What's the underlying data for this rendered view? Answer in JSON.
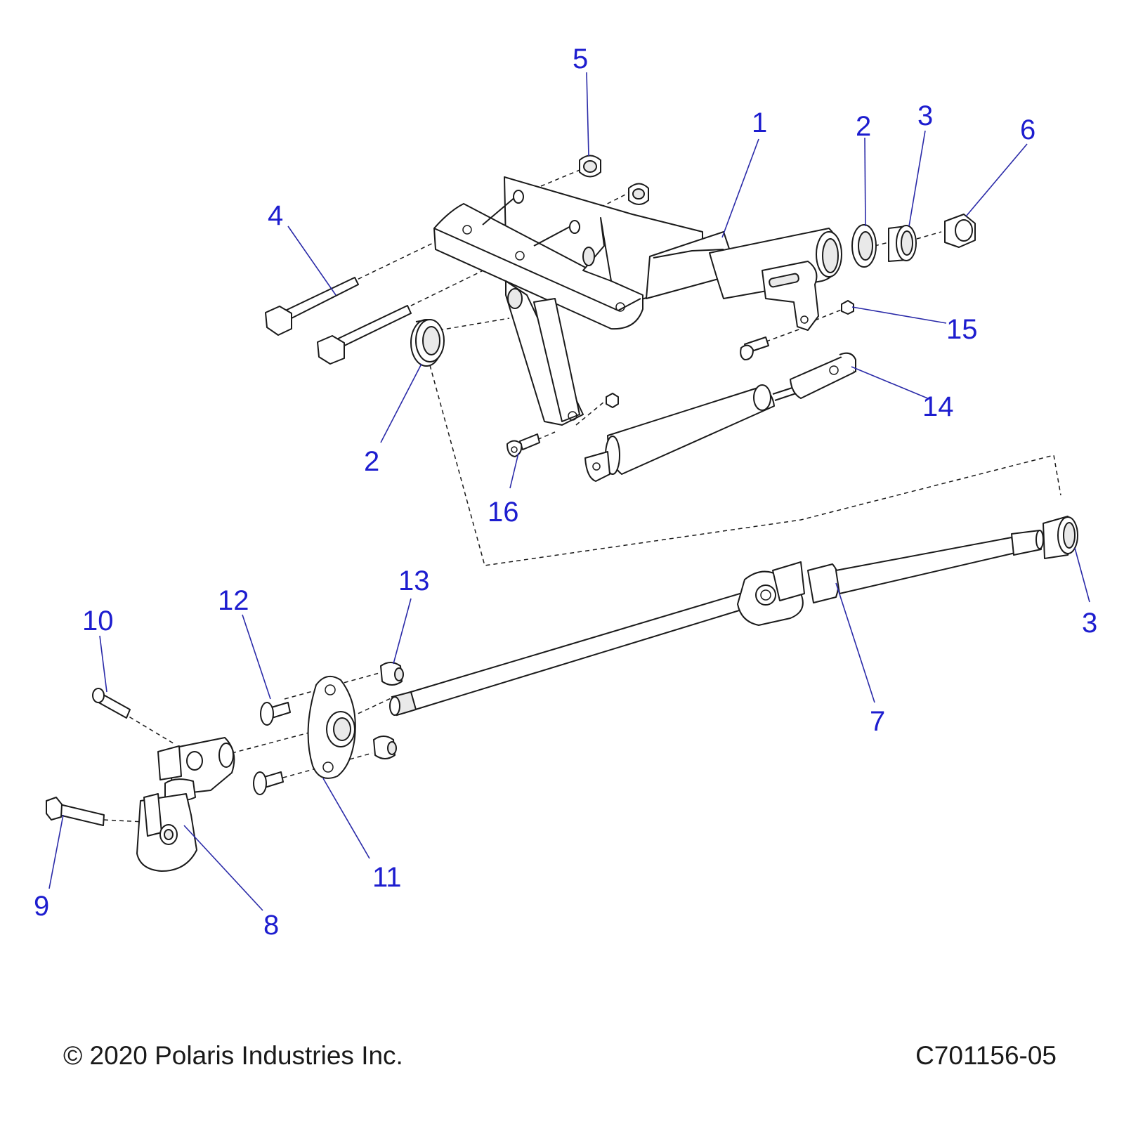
{
  "callouts": {
    "c1": "1",
    "c2_top": "2",
    "c2_left": "2",
    "c3_top": "3",
    "c3_right": "3",
    "c4": "4",
    "c5": "5",
    "c6": "6",
    "c7": "7",
    "c8": "8",
    "c9": "9",
    "c10": "10",
    "c11": "11",
    "c12": "12",
    "c13": "13",
    "c14": "14",
    "c15": "15",
    "c16": "16"
  },
  "footer": {
    "copyright": "© 2020 Polaris Industries Inc.",
    "part_number": "C701156-05"
  },
  "colors": {
    "callout": "#1d1dcf",
    "leader": "#2a2aa8",
    "line": "#1a1a1a"
  }
}
